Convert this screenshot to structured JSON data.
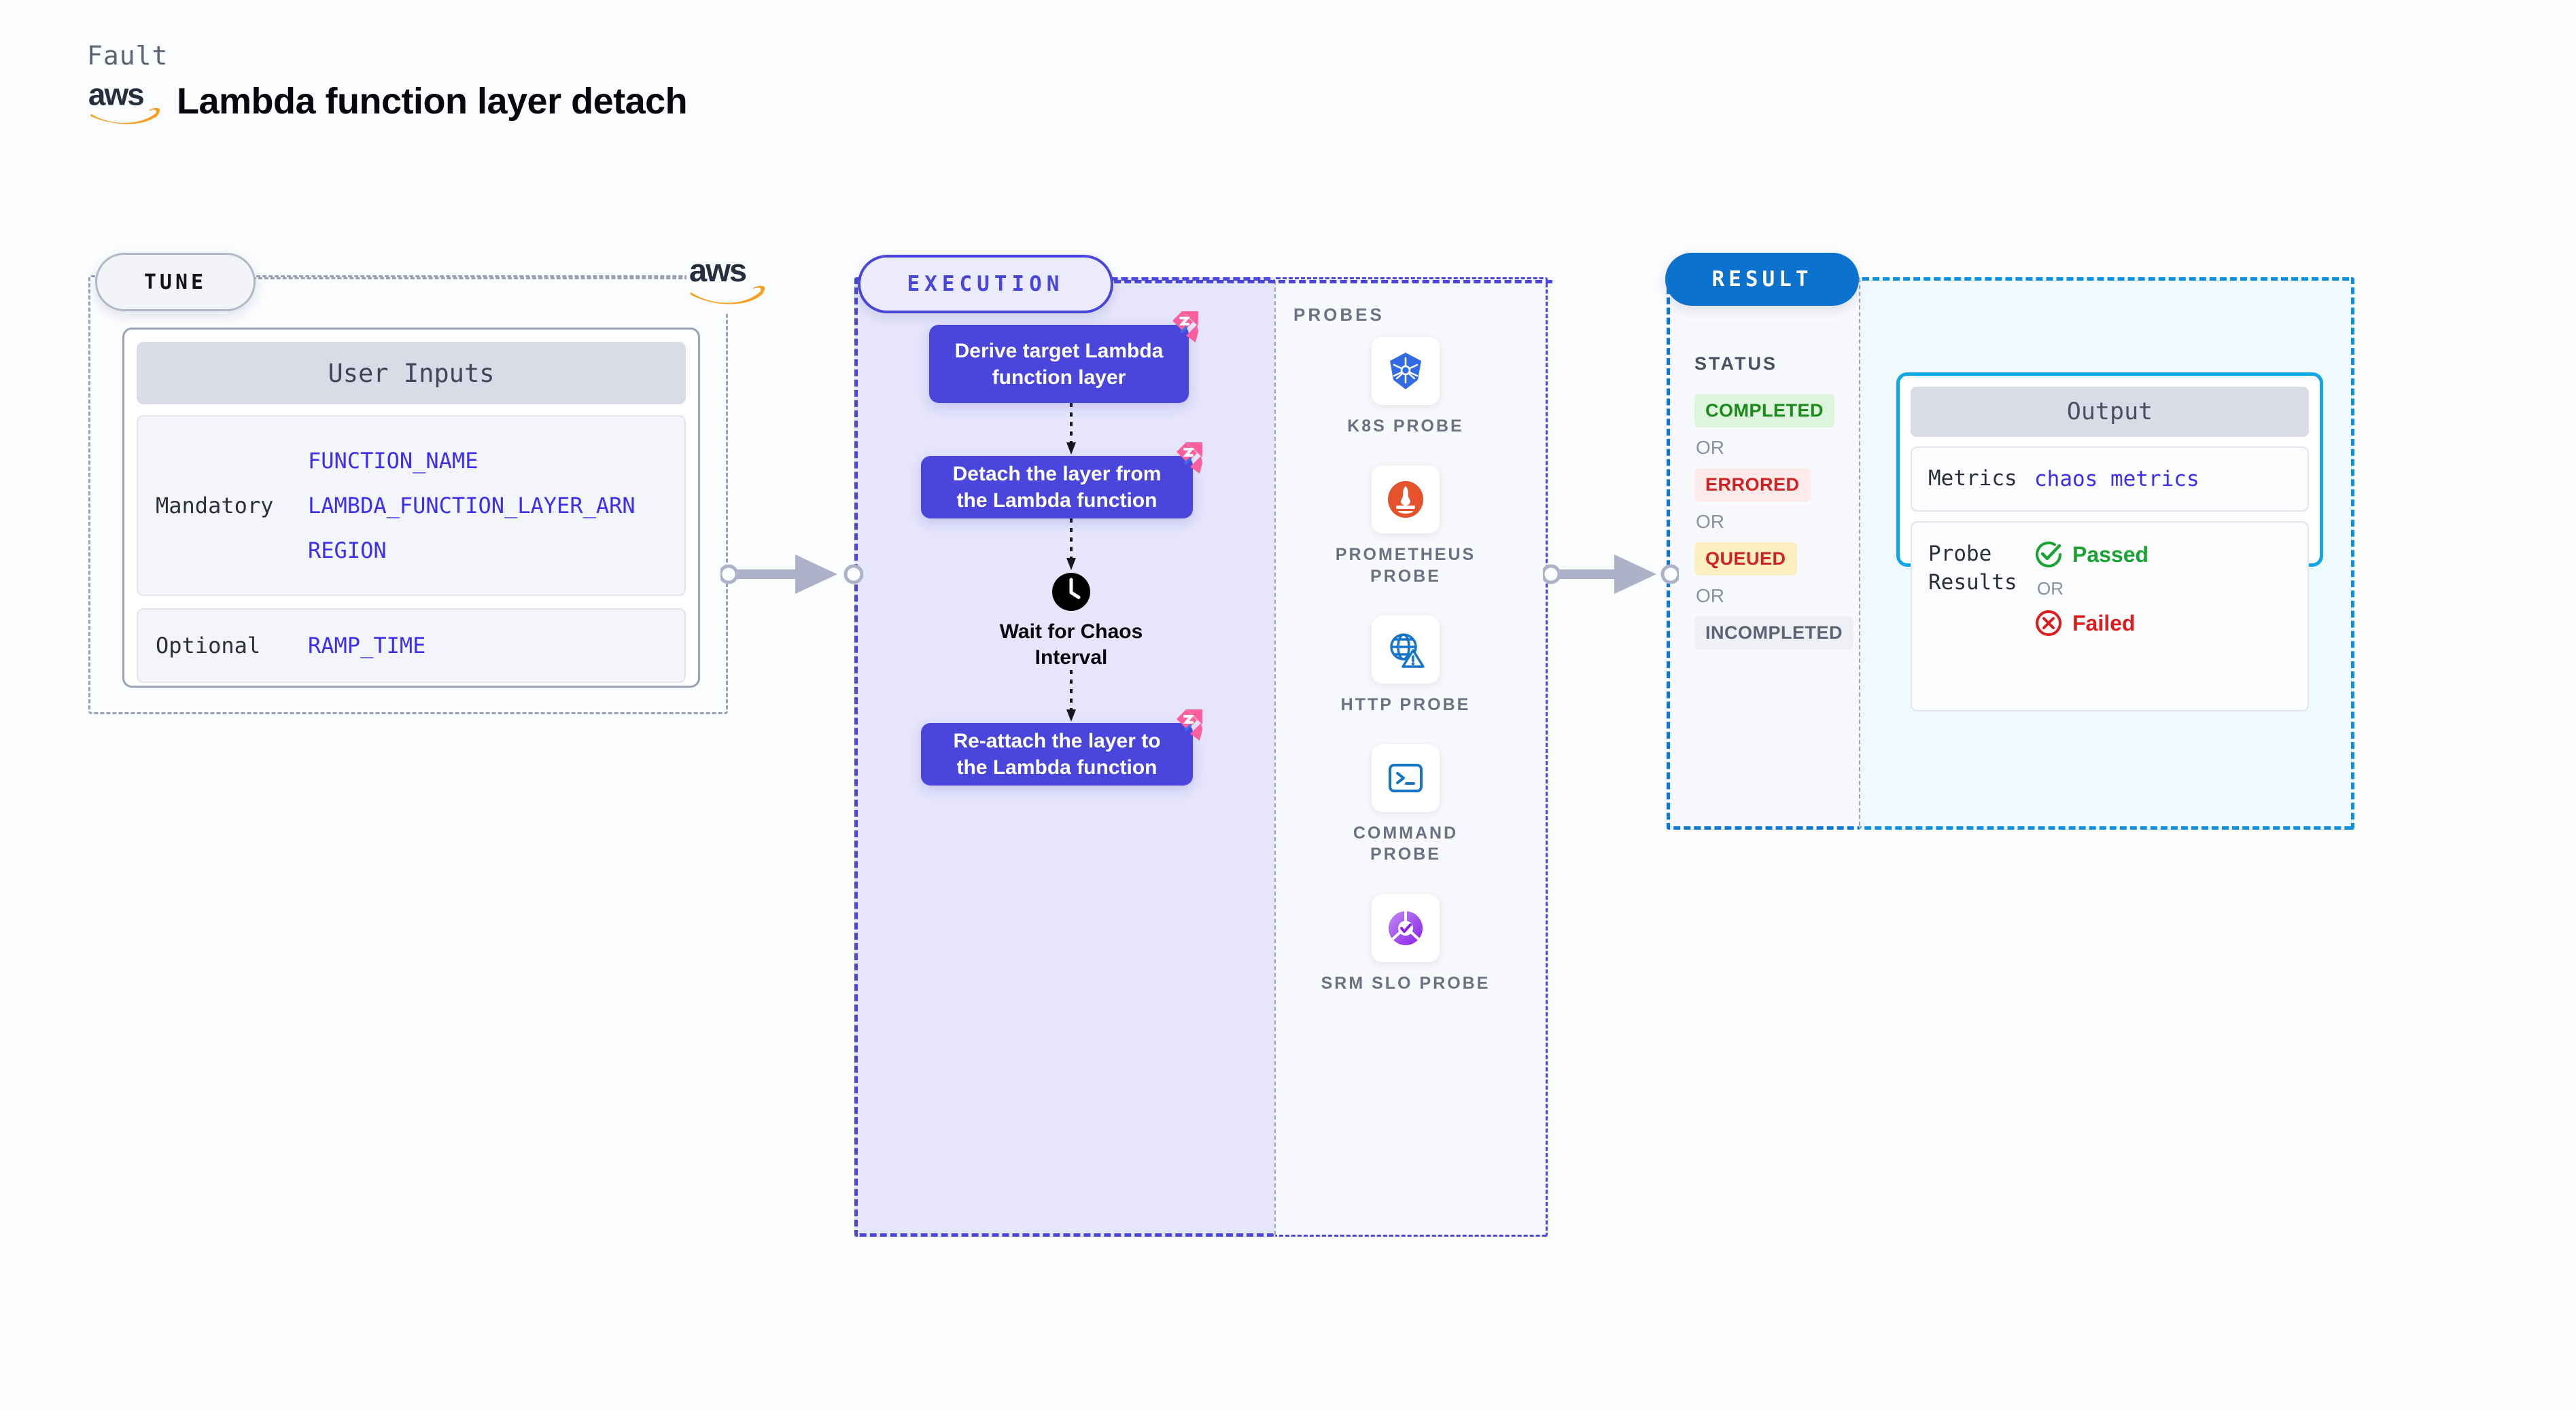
{
  "header": {
    "kicker": "Fault",
    "title": "Lambda function layer detach",
    "provider_logo": "aws-logo"
  },
  "tune": {
    "pill_label": "TUNE",
    "provider_mark": "aws-logo",
    "card": {
      "heading": "User Inputs",
      "groups": [
        {
          "label": "Mandatory",
          "items": [
            "FUNCTION_NAME",
            "LAMBDA_FUNCTION_LAYER_ARN",
            "REGION"
          ]
        },
        {
          "label": "Optional",
          "items": [
            "RAMP_TIME"
          ]
        }
      ]
    }
  },
  "execution": {
    "pill_label": "EXECUTION",
    "steps": [
      {
        "label": "Derive target Lambda function layer",
        "badge": "chaos-badge-icon"
      },
      {
        "label": "Detach the layer from the Lambda function",
        "badge": "chaos-badge-icon"
      },
      {
        "label": "Re-attach the layer to the Lambda function",
        "badge": "chaos-badge-icon"
      }
    ],
    "wait_node": {
      "icon": "clock-icon",
      "label": "Wait for Chaos Interval"
    },
    "probes": {
      "title": "PROBES",
      "items": [
        {
          "name": "K8S PROBE",
          "icon": "kubernetes-icon"
        },
        {
          "name": "PROMETHEUS PROBE",
          "icon": "prometheus-icon"
        },
        {
          "name": "HTTP PROBE",
          "icon": "http-globe-warning-icon"
        },
        {
          "name": "COMMAND PROBE",
          "icon": "terminal-icon"
        },
        {
          "name": "SRM SLO PROBE",
          "icon": "srm-slo-icon"
        }
      ]
    }
  },
  "result": {
    "pill_label": "RESULT",
    "status_title": "STATUS",
    "or_label": "OR",
    "statuses": [
      {
        "label": "COMPLETED",
        "bg": "#dcf5dc",
        "fg": "#1a8a1a"
      },
      {
        "label": "ERRORED",
        "bg": "#fdeaea",
        "fg": "#cf2222"
      },
      {
        "label": "QUEUED",
        "bg": "#fcefc2",
        "fg": "#cf2222"
      },
      {
        "label": "INCOMPLETED",
        "bg": "#eef0f6",
        "fg": "#5d6374"
      }
    ],
    "output": {
      "heading": "Output",
      "metrics_label": "Metrics",
      "metrics_value": "chaos metrics",
      "probe_results_label": "Probe Results",
      "or_label": "OR",
      "passed_label": "Passed",
      "failed_label": "Failed",
      "passed_color": "#18a333",
      "failed_color": "#e01b1b"
    }
  },
  "colors": {
    "primary_indigo": "#4a46dc",
    "result_blue": "#0c72ce",
    "output_border": "#11a6e8",
    "chaos_pink": "#fc5f9b",
    "aws_orange": "#f6a020",
    "param_text": "#3d2ef0"
  }
}
